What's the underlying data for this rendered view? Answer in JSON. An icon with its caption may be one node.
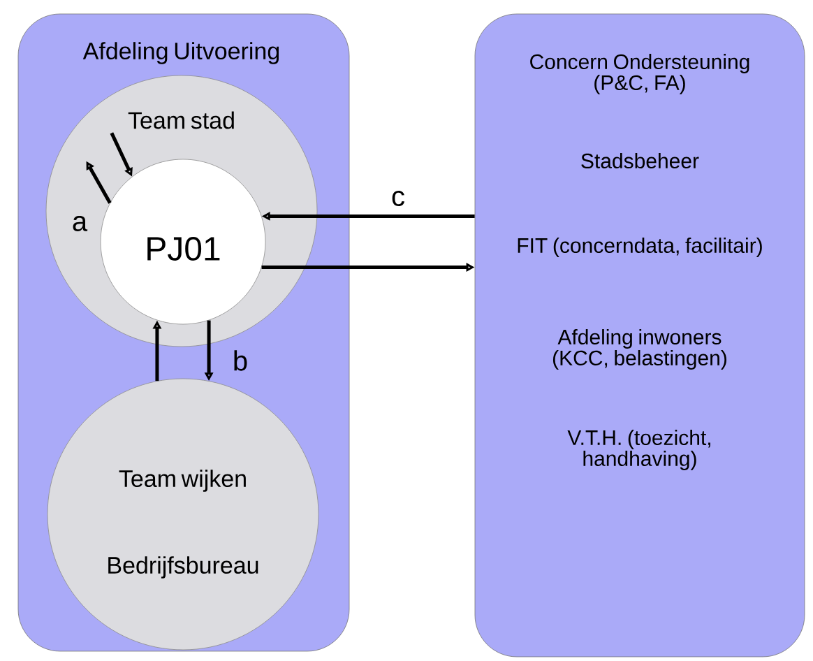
{
  "diagram": {
    "nodes": [
      {
        "text": [
          "Afdeling Uitvoering"
        ]
      },
      {
        "text": [
          "Team stad"
        ],
        "in": 0
      },
      {
        "text": [
          "PJ01"
        ],
        "in": 1
      },
      {
        "text": [
          "Team wijken",
          "Bedrijfsbureau"
        ],
        "in": 0
      },
      {
        "text": [
          "Concern Ondersteuning (P&C, FA)",
          "Stadsbeheer",
          "FIT (concerndata, facilitair)",
          "Afdeling inwoners (KCC, belastingen)",
          "V.T.H. (toezicht, handhaving)"
        ]
      }
    ],
    "edges": [
      {
        "from": 2,
        "to": 1,
        "arrow": "to",
        "label": "a"
      },
      {
        "from": 1,
        "to": 2,
        "arrow": "to"
      },
      {
        "from": 3,
        "to": 2,
        "arrow": "to"
      },
      {
        "from": 2,
        "to": 3,
        "arrow": "to",
        "label": "b"
      },
      {
        "from": 4,
        "to": 2,
        "arrow": "to",
        "label": "c"
      },
      {
        "from": 2,
        "to": 4,
        "arrow": "to"
      }
    ]
  }
}
